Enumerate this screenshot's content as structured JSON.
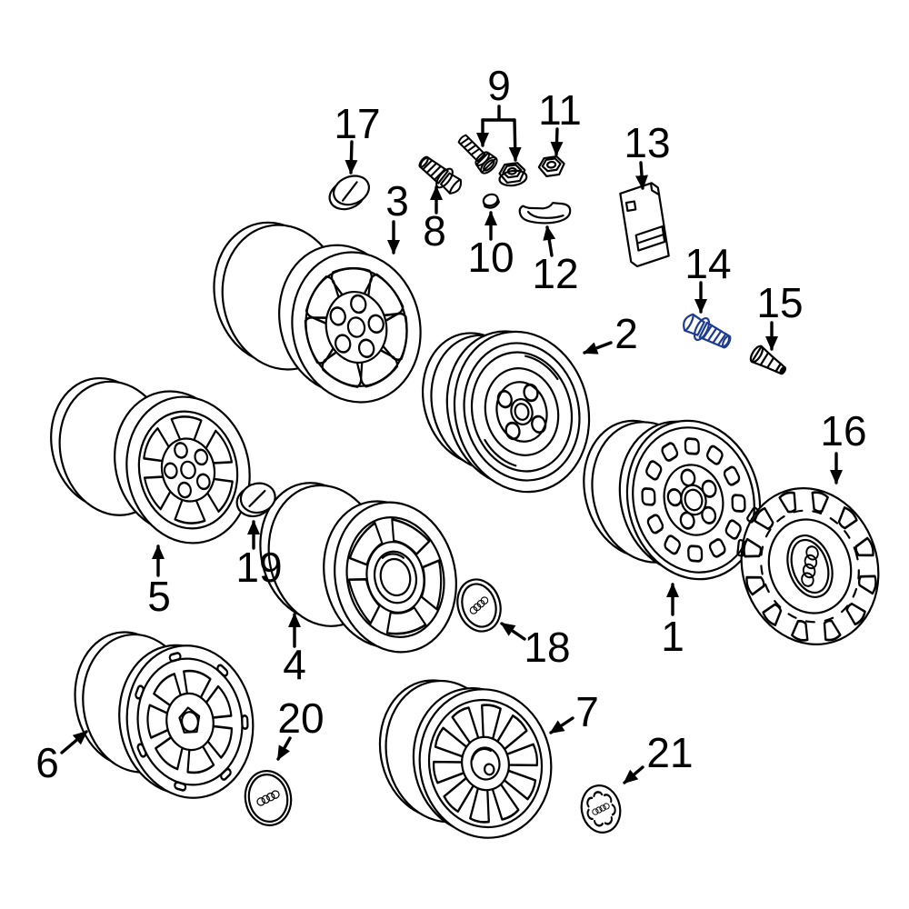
{
  "diagram": {
    "background_color": "#ffffff",
    "line_color": "#000000",
    "highlight": {
      "part_number": "14",
      "fill_color": "#4a67b2",
      "outline_color": "#1d3c90"
    },
    "parts": [
      {
        "number": "1"
      },
      {
        "number": "2"
      },
      {
        "number": "3"
      },
      {
        "number": "4"
      },
      {
        "number": "5"
      },
      {
        "number": "6"
      },
      {
        "number": "7"
      },
      {
        "number": "8"
      },
      {
        "number": "9"
      },
      {
        "number": "10"
      },
      {
        "number": "11"
      },
      {
        "number": "12"
      },
      {
        "number": "13"
      },
      {
        "number": "14"
      },
      {
        "number": "15"
      },
      {
        "number": "16"
      },
      {
        "number": "17"
      },
      {
        "number": "18"
      },
      {
        "number": "19"
      },
      {
        "number": "20"
      },
      {
        "number": "21"
      }
    ]
  }
}
